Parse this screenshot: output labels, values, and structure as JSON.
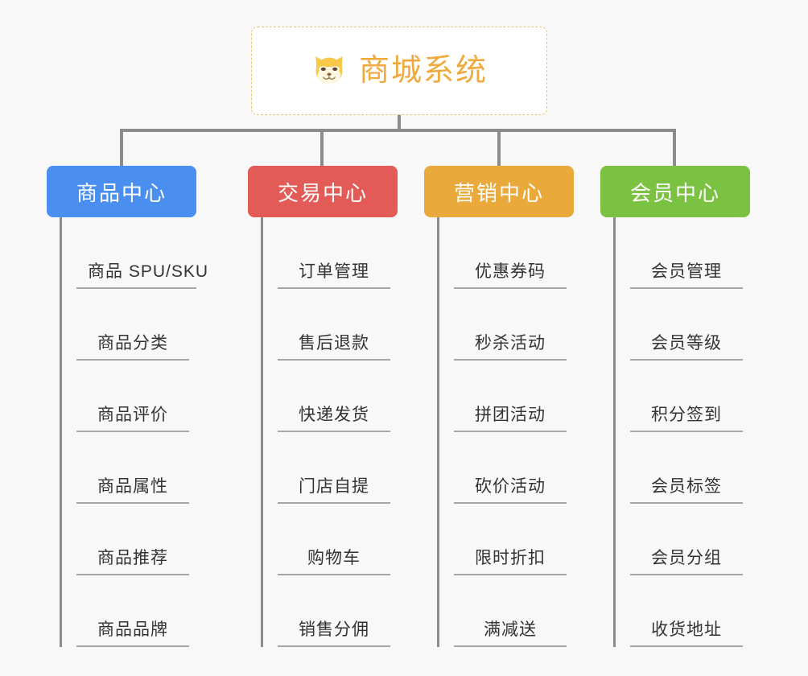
{
  "page": {
    "background_color": "#f8f8f8",
    "diagram_type": "organization-tree"
  },
  "root": {
    "title": "商城系统",
    "icon": "shiba-inu-dog-face-icon",
    "text_color": "#f0a93c",
    "border_color": "#f0c070",
    "background_color": "#ffffff"
  },
  "connector": {
    "color": "#8c8c8c"
  },
  "columns": [
    {
      "label": "商品中心",
      "color": "#4a8ff0",
      "items": [
        "商品 SPU/SKU",
        "商品分类",
        "商品评价",
        "商品属性",
        "商品推荐",
        "商品品牌"
      ]
    },
    {
      "label": "交易中心",
      "color": "#e35b56",
      "items": [
        "订单管理",
        "售后退款",
        "快递发货",
        "门店自提",
        "购物车",
        "销售分佣"
      ]
    },
    {
      "label": "营销中心",
      "color": "#eaa93b",
      "items": [
        "优惠券码",
        "秒杀活动",
        "拼团活动",
        "砍价活动",
        "限时折扣",
        "满减送"
      ]
    },
    {
      "label": "会员中心",
      "color": "#7cc242",
      "items": [
        "会员管理",
        "会员等级",
        "积分签到",
        "会员标签",
        "会员分组",
        "收货地址"
      ]
    }
  ]
}
